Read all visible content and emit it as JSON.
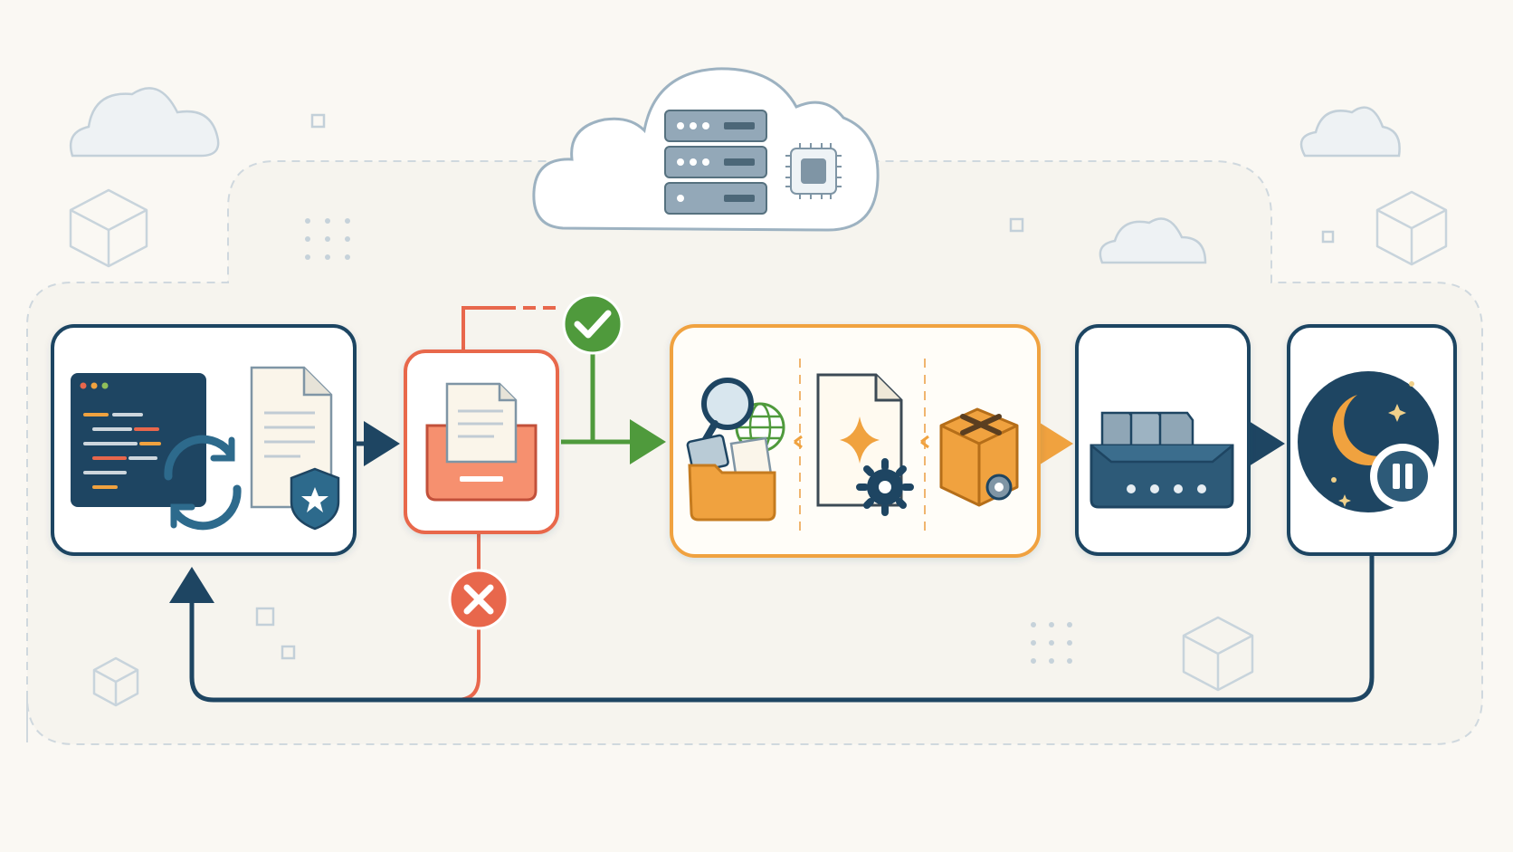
{
  "colors": {
    "background": "#faf8f3",
    "navy": "#1e4562",
    "coral": "#e8674c",
    "coral_fill": "#f6a58c",
    "orange": "#f0a23f",
    "green": "#4f9a3c",
    "steel": "#8fa6b6",
    "faint": "#c9d4dc"
  },
  "stages": [
    {
      "id": "source",
      "icons": [
        "code-editor-icon",
        "document-icon",
        "sync-icon",
        "shield-star-icon"
      ]
    },
    {
      "id": "inbox",
      "icons": [
        "inbox-tray-icon",
        "document-icon"
      ]
    },
    {
      "id": "processing",
      "icons": [
        "folder-search-globe-icon",
        "document-sparkle-gear-icon",
        "package-box-icon"
      ]
    },
    {
      "id": "storage",
      "icons": [
        "file-rack-icon"
      ]
    },
    {
      "id": "sleep",
      "icons": [
        "moon-stars-icon",
        "pause-icon"
      ]
    }
  ],
  "branches": {
    "approved": "check-icon",
    "rejected": "cross-icon"
  },
  "cloud": {
    "icons": [
      "server-rack-icon",
      "chip-icon"
    ]
  }
}
